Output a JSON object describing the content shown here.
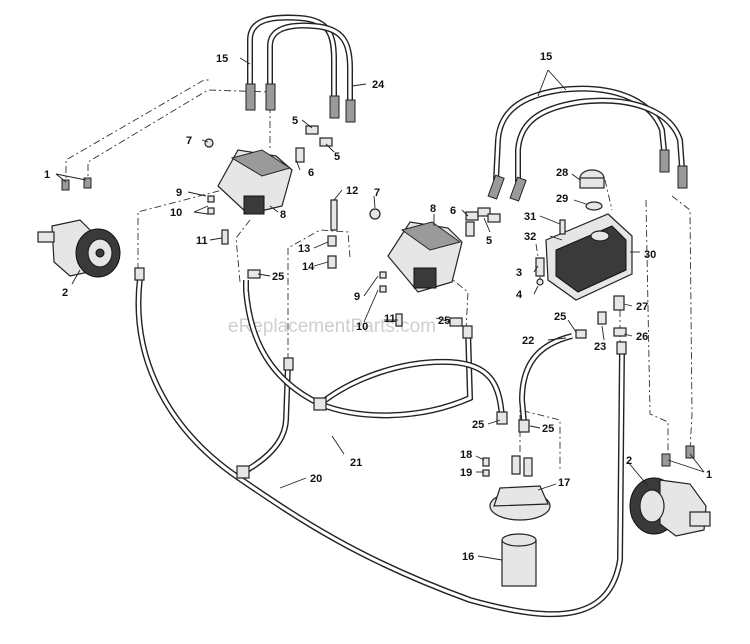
{
  "watermark": "eReplacementParts.com",
  "callouts": {
    "c1a": "1",
    "c1b": "1",
    "c2a": "2",
    "c2b": "2",
    "c3": "3",
    "c4": "4",
    "c5a": "5",
    "c5b": "5",
    "c5c": "5",
    "c6a": "6",
    "c6b": "6",
    "c7a": "7",
    "c7b": "7",
    "c8a": "8",
    "c8b": "8",
    "c9a": "9",
    "c9b": "9",
    "c10a": "10",
    "c10b": "10",
    "c11a": "11",
    "c11b": "11",
    "c12": "12",
    "c13": "13",
    "c14": "14",
    "c15a": "15",
    "c15b": "15",
    "c16": "16",
    "c17": "17",
    "c18": "18",
    "c19": "19",
    "c20": "20",
    "c21": "21",
    "c22": "22",
    "c23": "23",
    "c24": "24",
    "c25a": "25",
    "c25b": "25",
    "c25c": "25",
    "c25d": "25",
    "c25e": "25",
    "c26": "26",
    "c27": "27",
    "c28": "28",
    "c29": "29",
    "c30": "30",
    "c31": "31",
    "c32": "32"
  }
}
